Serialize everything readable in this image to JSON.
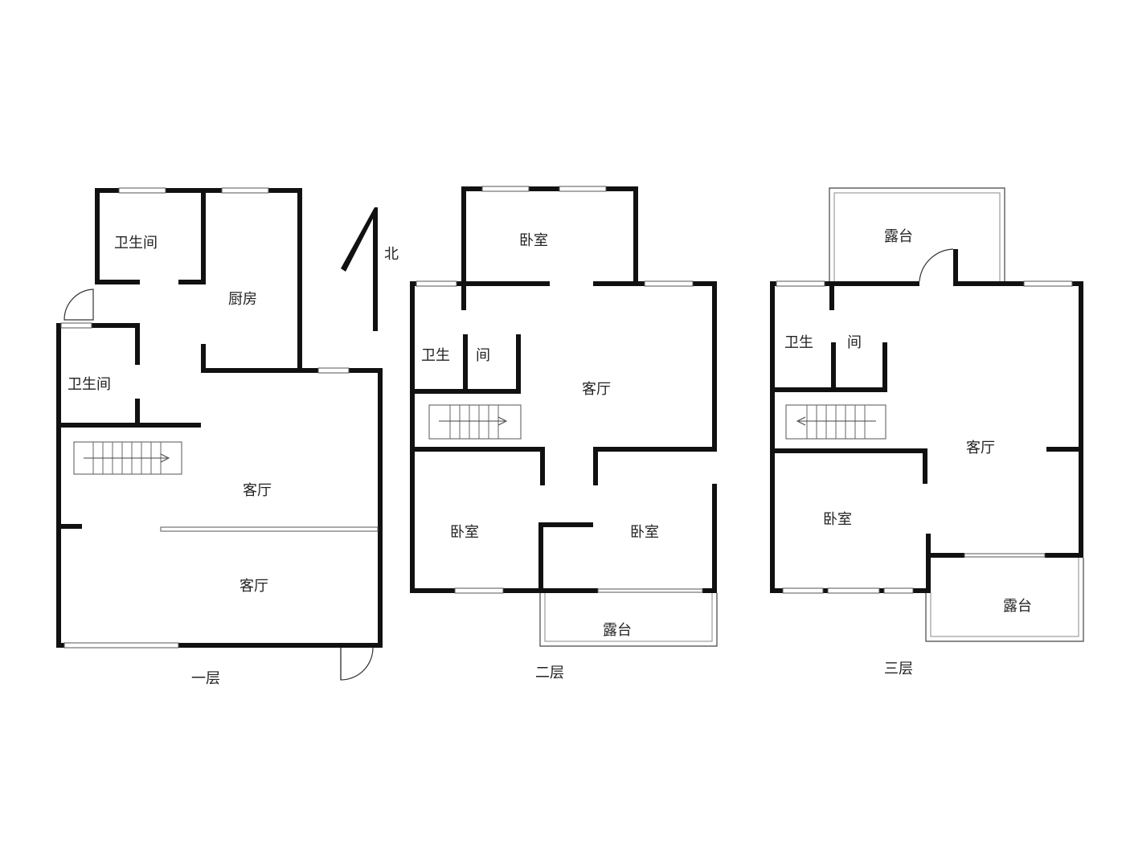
{
  "compass": {
    "north_label": "北"
  },
  "floors": [
    {
      "label": "一层",
      "rooms": {
        "bath_top": "卫生间",
        "kitchen": "厨房",
        "bath_left": "卫生间",
        "living_1": "客厅",
        "living_2": "客厅"
      }
    },
    {
      "label": "二层",
      "rooms": {
        "bedroom_top": "卧室",
        "bath_a": "卫生",
        "bath_b": "间",
        "living": "客厅",
        "bedroom_left": "卧室",
        "bedroom_right": "卧室",
        "terrace": "露台"
      }
    },
    {
      "label": "三层",
      "rooms": {
        "terrace_top": "露台",
        "bath_a": "卫生",
        "bath_b": "间",
        "living": "客厅",
        "bedroom": "卧室",
        "terrace_bottom": "露台"
      }
    }
  ]
}
